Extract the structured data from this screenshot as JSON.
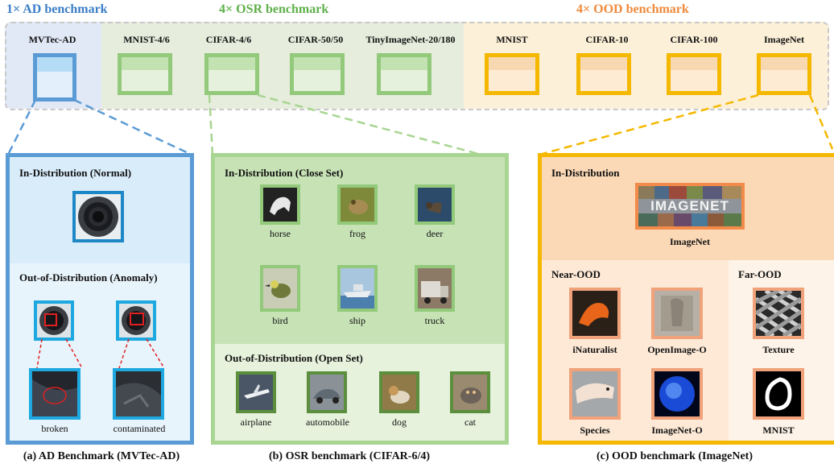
{
  "header": {
    "ad_title": "1× AD benchmark",
    "osr_title": "4× OSR benchmark",
    "ood_title": "4× OOD benchmark",
    "ad_sets": [
      "MVTec-AD"
    ],
    "osr_sets": [
      "MNIST-4/6",
      "CIFAR-4/6",
      "CIFAR-50/50",
      "TinyImageNet-20/180"
    ],
    "ood_sets": [
      "MNIST",
      "CIFAR-10",
      "CIFAR-100",
      "ImageNet"
    ]
  },
  "colors": {
    "ad": "#5b9bd5",
    "ad_light": "#dfeefa",
    "osr": "#92c97a",
    "osr_light": "#e7f2df",
    "ood": "#f5b800",
    "ood_light": "#fcecd8"
  },
  "panel_a": {
    "in_title": "In-Distribution (Normal)",
    "out_title": "Out-of-Distribution (Anomaly)",
    "labels": [
      "broken",
      "contaminated"
    ],
    "caption": "(a) AD Benchmark (MVTec-AD)"
  },
  "panel_b": {
    "in_title": "In-Distribution (Close Set)",
    "in_labels": [
      "horse",
      "frog",
      "deer",
      "bird",
      "ship",
      "truck"
    ],
    "out_title": "Out-of-Distribution (Open Set)",
    "out_labels": [
      "airplane",
      "automobile",
      "dog",
      "cat"
    ],
    "caption": "(b) OSR benchmark (CIFAR-6/4)"
  },
  "panel_c": {
    "in_title": "In-Distribution",
    "in_label": "ImageNet",
    "logo_text": "IMAGENET",
    "near_title": "Near-OOD",
    "near_labels": [
      "iNaturalist",
      "OpenImage-O",
      "Species",
      "ImageNet-O"
    ],
    "far_title": "Far-OOD",
    "far_labels": [
      "Texture",
      "MNIST"
    ],
    "caption": "(c) OOD benchmark (ImageNet)"
  }
}
